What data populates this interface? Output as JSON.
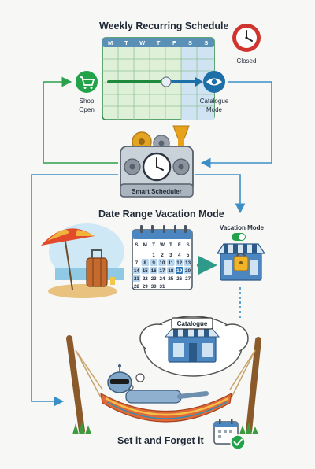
{
  "titles": {
    "weekly": "Weekly Recurring Schedule",
    "daterange": "Date Range Vacation Mode",
    "forget": "Set it and Forget it"
  },
  "labels": {
    "closed": "Closed",
    "shop_open_line1": "Shop",
    "shop_open_line2": "Open",
    "catalogue_line1": "Catalogue",
    "catalogue_line2": "Mode",
    "smart_scheduler": "Smart Scheduler",
    "vacation_mode": "Vacation Mode",
    "catalogue_sign": "Catalogue"
  },
  "weekly_grid": {
    "days": [
      "M",
      "T",
      "W",
      "T",
      "F",
      "S",
      "S"
    ]
  },
  "calendar": {
    "days": [
      "S",
      "M",
      "T",
      "W",
      "T",
      "F",
      "S"
    ],
    "rows": [
      [
        "",
        "",
        "1",
        "2",
        "3",
        "4",
        "5"
      ],
      [
        "7",
        "8",
        "9",
        "10",
        "11",
        "12",
        "13"
      ],
      [
        "14",
        "15",
        "16",
        "17",
        "18",
        "19",
        "20"
      ],
      [
        "21",
        "22",
        "23",
        "24",
        "25",
        "26",
        "27"
      ],
      [
        "28",
        "29",
        "30",
        "31",
        "",
        "",
        ""
      ]
    ]
  },
  "colors": {
    "green": "#22a34a",
    "blue": "#1d6fa8",
    "teal": "#2f9a8a",
    "red": "#d0342c",
    "gray": "#7c8590",
    "gold": "#e8a21a"
  }
}
